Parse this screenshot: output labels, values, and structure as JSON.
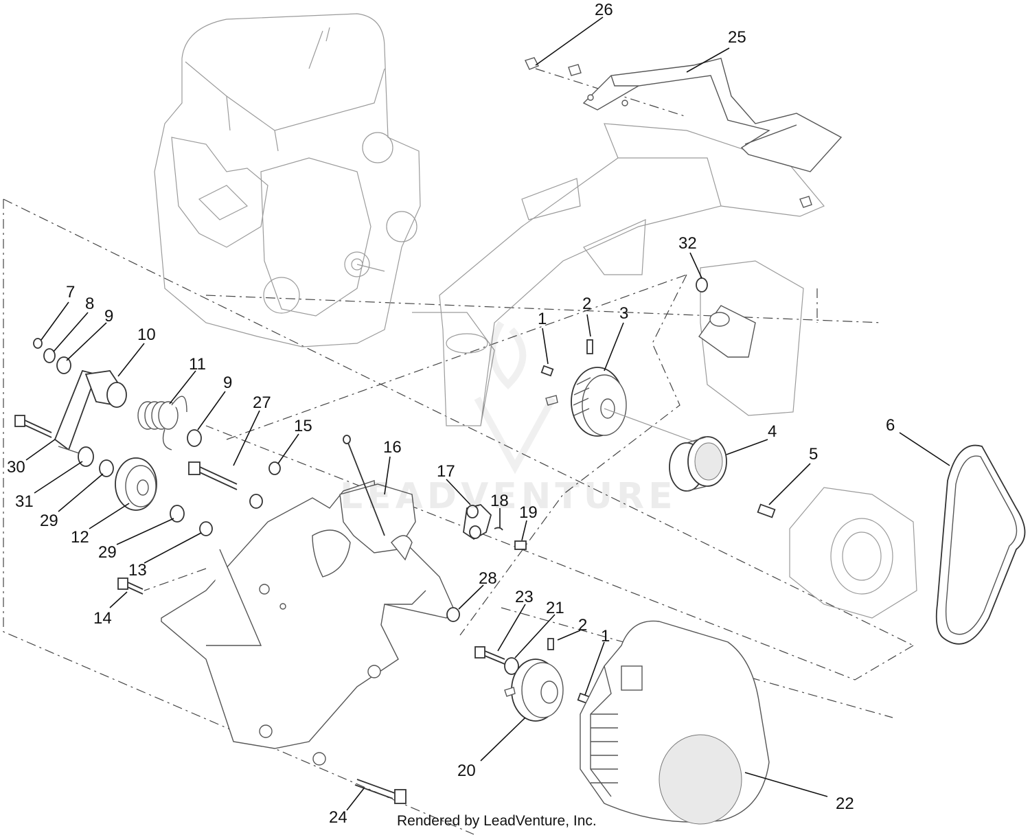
{
  "callouts": {
    "c1a": "1",
    "c1b": "1",
    "c2a": "2",
    "c2b": "2",
    "c3": "3",
    "c4": "4",
    "c5": "5",
    "c6": "6",
    "c7": "7",
    "c8": "8",
    "c9a": "9",
    "c9b": "9",
    "c10": "10",
    "c11": "11",
    "c12": "12",
    "c13": "13",
    "c14": "14",
    "c15": "15",
    "c16": "16",
    "c17": "17",
    "c18": "18",
    "c19": "19",
    "c20": "20",
    "c21": "21",
    "c22": "22",
    "c23": "23",
    "c24": "24",
    "c25": "25",
    "c26": "26",
    "c27": "27",
    "c28": "28",
    "c29a": "29",
    "c29b": "29",
    "c30": "30",
    "c31": "31",
    "c32": "32"
  },
  "watermark": {
    "text": "LEADVENTURE"
  },
  "footer": {
    "text": "Rendered by LeadVenture, Inc."
  }
}
